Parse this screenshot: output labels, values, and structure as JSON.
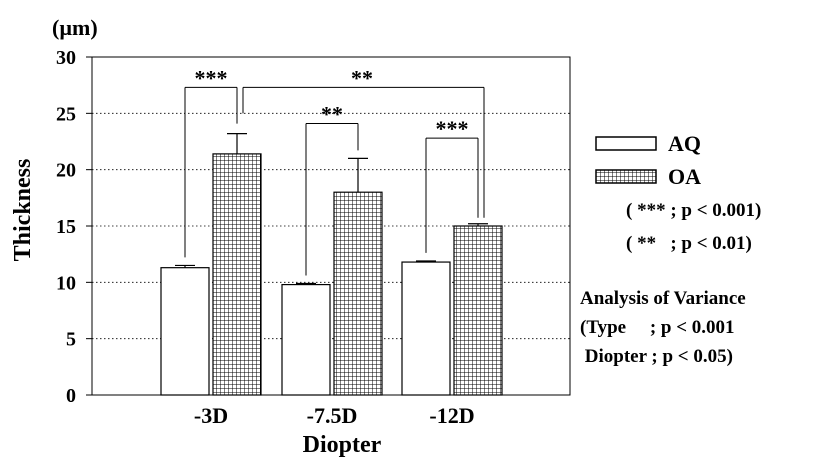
{
  "chart_data": {
    "type": "bar",
    "unit_label": "(µm)",
    "xlabel": "Diopter",
    "ylabel": "Thickness",
    "ylim": [
      0,
      30
    ],
    "yticks": [
      "0",
      "5",
      "10",
      "15",
      "20",
      "25",
      "30"
    ],
    "grid": "horizontal dotted",
    "categories": [
      "-3D",
      "-7.5D",
      "-12D"
    ],
    "series": [
      {
        "name": "AQ",
        "values": [
          11.3,
          9.8,
          11.8
        ],
        "errors": [
          0.2,
          0.1,
          0.1
        ],
        "pattern": "white"
      },
      {
        "name": "OA",
        "values": [
          21.4,
          18.0,
          15.0
        ],
        "errors": [
          1.8,
          3.0,
          0.2
        ],
        "pattern": "grid"
      }
    ],
    "significance": [
      {
        "label": "***",
        "between": "AQ -3D vs OA -3D"
      },
      {
        "label": "**",
        "between": "-7.5D AQ vs OA"
      },
      {
        "label": "***",
        "between": "-12D AQ vs OA"
      },
      {
        "label": "**",
        "between": "OA -3D vs OA -12D"
      }
    ],
    "legend_position": "right",
    "legend_notes": [
      "( *** ; p < 0.001)",
      "( **   ; p < 0.01)"
    ],
    "anova": {
      "title": "Analysis of Variance",
      "lines": [
        "(Type     ; p < 0.001",
        " Diopter ; p < 0.05)"
      ]
    }
  }
}
